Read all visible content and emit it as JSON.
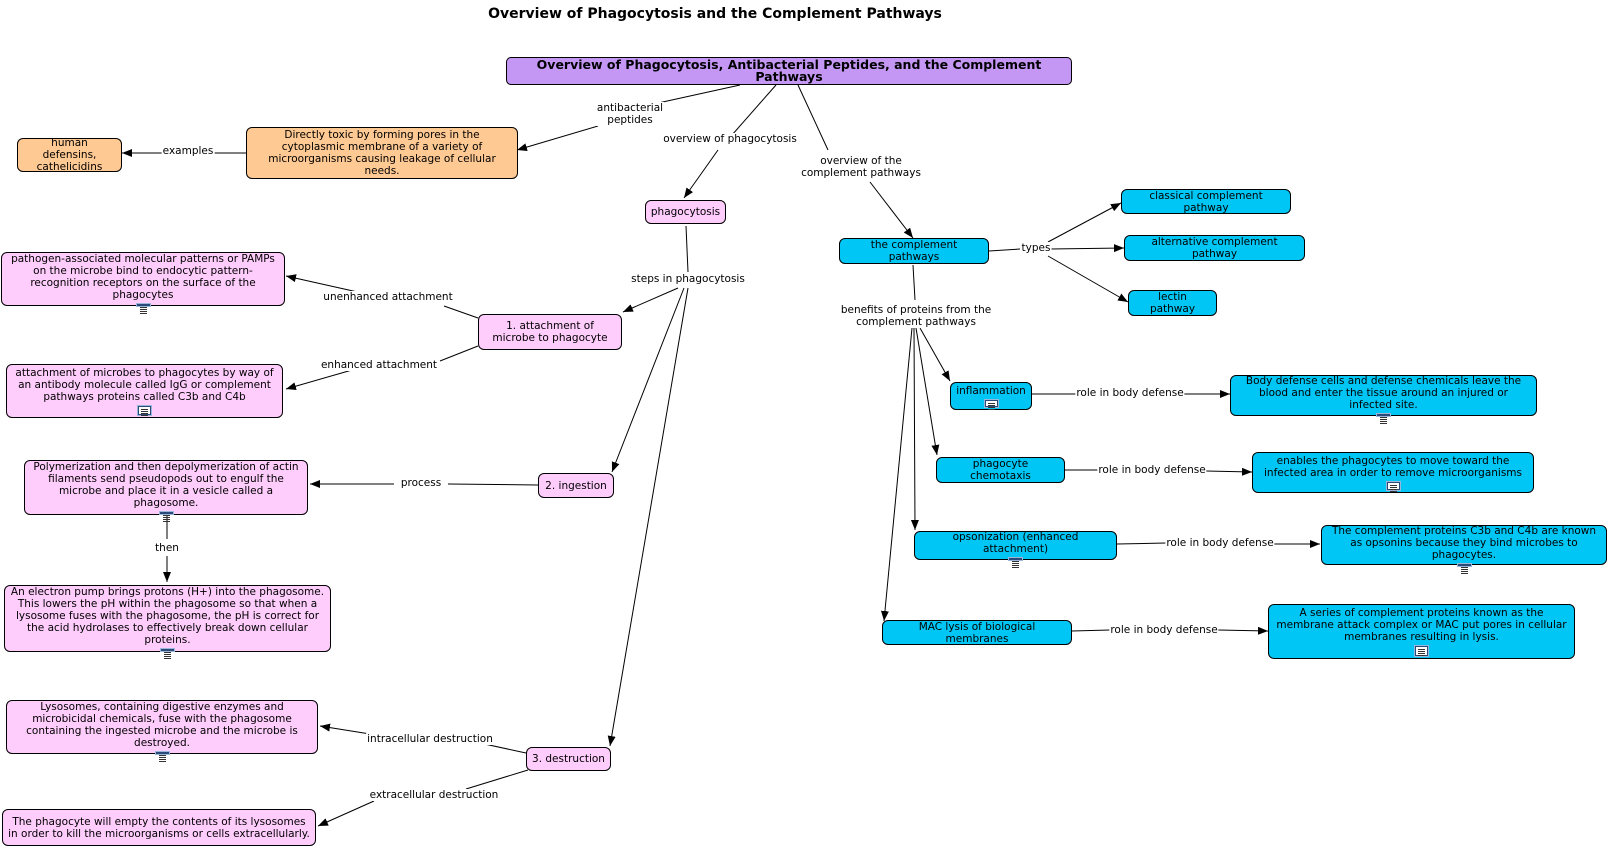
{
  "page_title": "Overview of Phagocytosis and the Complement Pathways",
  "nodes": {
    "root": "Overview of Phagocytosis, Antibacterial Peptides, and the Complement Pathways",
    "peptides_desc": "Directly toxic by forming pores in the cytoplasmic membrane of a variety of microorganisms causing leakage of cellular needs.",
    "defensins": "human defensins, cathelicidins",
    "phagocytosis": "phagocytosis",
    "attachment": "1. attachment of microbe to phagocyte",
    "pamps": "pathogen-associated molecular patterns or PAMPs on the microbe bind to endocytic pattern-recognition receptors on the surface of the phagocytes",
    "igg": "attachment of microbes to phagocytes by way of an antibody molecule called IgG or complement pathways proteins called C3b and C4b",
    "ingestion": "2. ingestion",
    "polymerization": "Polymerization and then depolymerization of actin filaments send pseudopods out to engulf the microbe and place it in a vesicle called a phagosome.",
    "electron_pump": "An electron pump brings protons (H+) into the phagosome. This lowers the pH within the phagosome so that when a lysosome fuses with the phagosome, the pH is correct for the acid hydrolases to effectively break down cellular proteins.",
    "destruction": "3. destruction",
    "lysosomes": "Lysosomes, containing digestive enzymes and microbicidal chemicals, fuse with the phagosome containing the ingested microbe and the microbe is destroyed.",
    "extracellular": "The phagocyte will empty the contents of its lysosomes in order to kill the microorganisms or cells extracellularly.",
    "complement": "the complement pathways",
    "classical": "classical complement pathway",
    "alternative": "alternative complement pathway",
    "lectin": "lectin pathway",
    "inflammation": "inflammation",
    "chemotaxis": "phagocyte chemotaxis",
    "opsonization": "opsonization (enhanced attachment)",
    "mac": "MAC lysis of biological membranes",
    "inflammation_desc": "Body defense cells and defense chemicals leave the blood and enter the tissue around an injured or infected site.",
    "chemotaxis_desc": "enables the phagocytes to move toward the infected area in order to remove microorganisms",
    "opsonization_desc": "The complement proteins C3b and C4b are known as opsonins because they bind microbes to phagocytes.",
    "mac_desc": "A series of complement proteins known as the membrane attack complex or MAC put pores in cellular membranes resulting in lysis."
  },
  "edge_labels": {
    "antibacterial_peptides": "antibacterial\npeptides",
    "examples": "examples",
    "overview_phagocytosis": "overview of phagocytosis",
    "overview_complement": "overview of the\ncomplement pathways",
    "steps": "steps in phagocytosis",
    "unenhanced": "unenhanced attachment",
    "enhanced": "enhanced attachment",
    "process": "process",
    "then": "then",
    "intracellular": "intracellular destruction",
    "extracellular": "extracellular destruction",
    "types": "types",
    "benefits": "benefits of proteins from the\ncomplement pathways",
    "role_inflammation": "role in body defense",
    "role_chemotaxis": "role in body defense",
    "role_opsonization": "role in body defense",
    "role_mac": "role in body defense"
  },
  "colors": {
    "root": "#c597f5",
    "orange": "#ffc993",
    "pink": "#ffcdfc",
    "cyan": "#00c6f5"
  },
  "icons": {
    "resource": "document-icon"
  }
}
